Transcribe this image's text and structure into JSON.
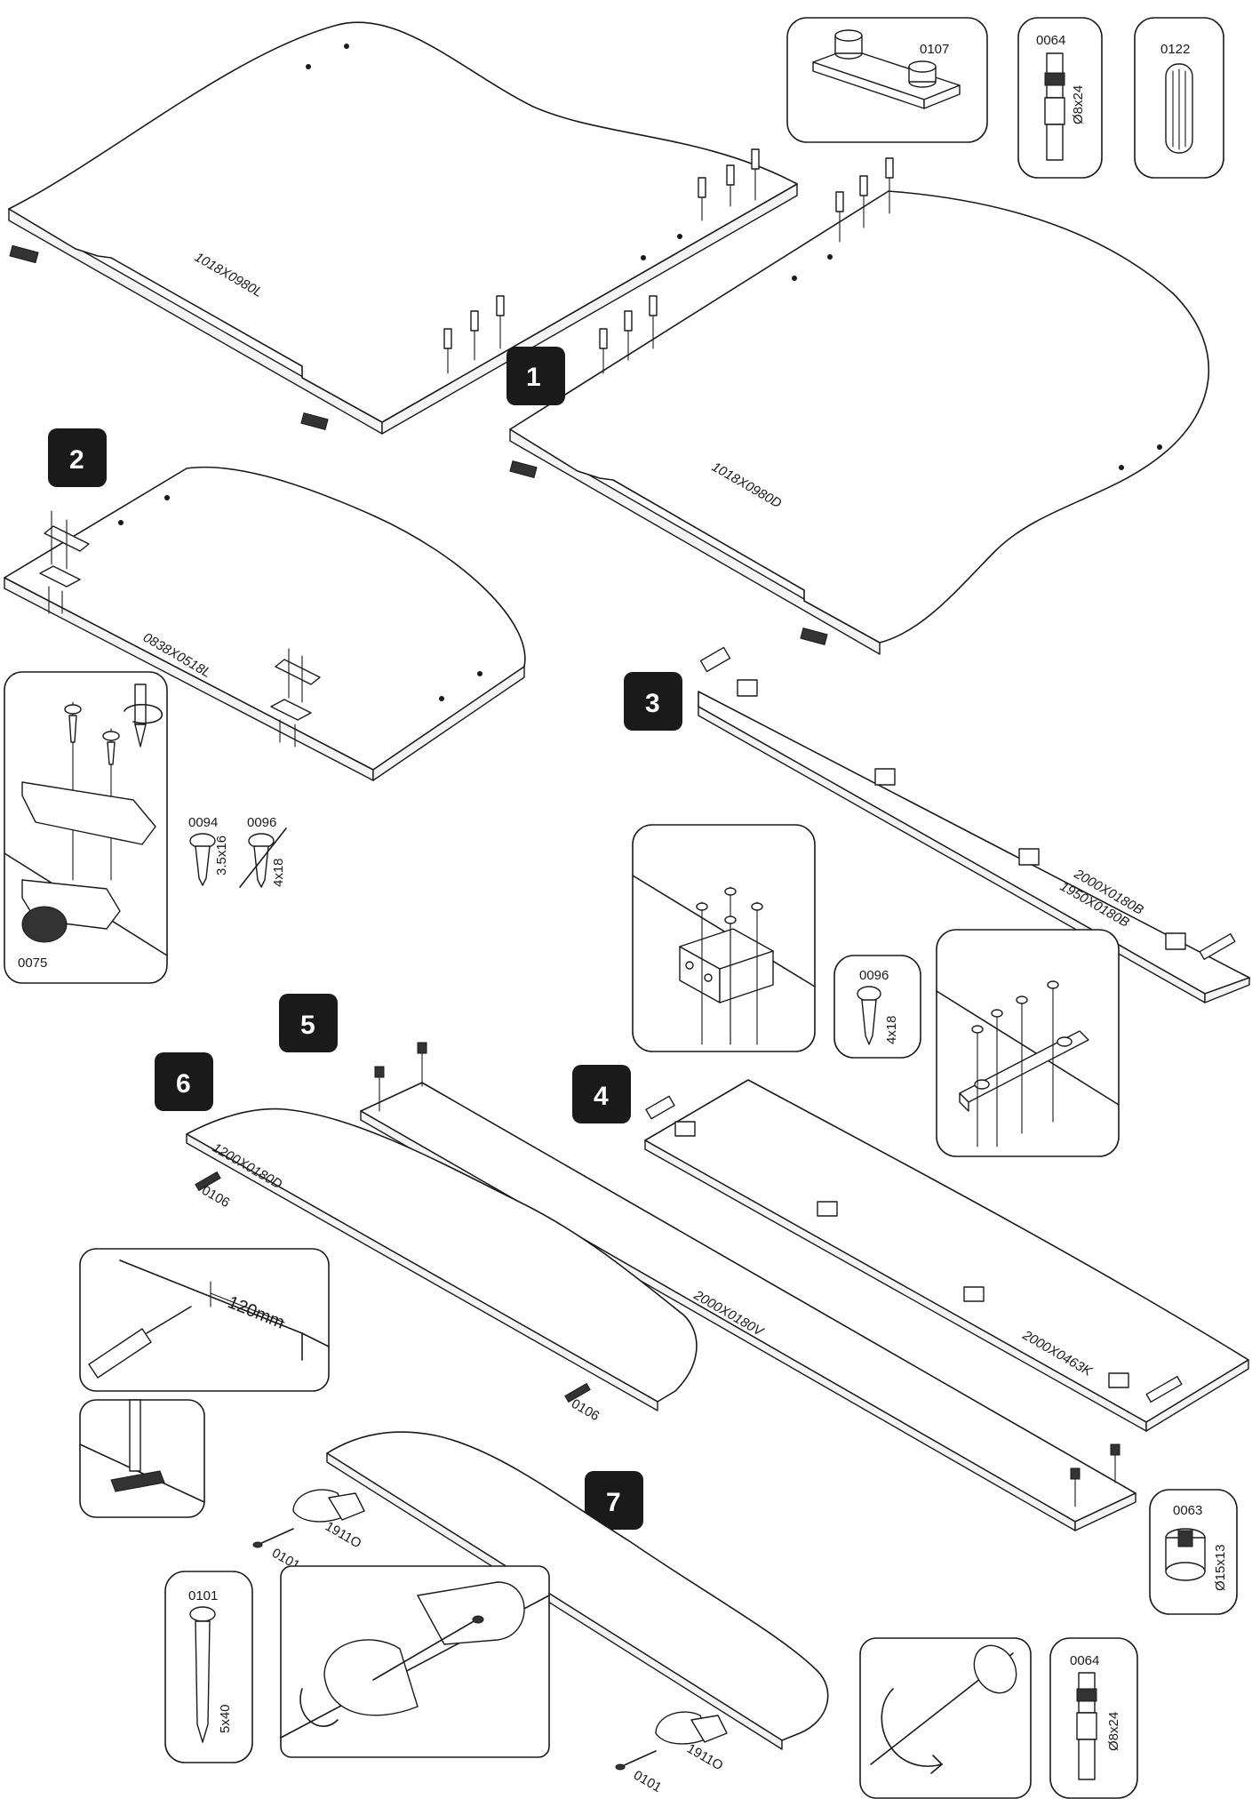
{
  "steps": [
    "1",
    "2",
    "3",
    "4",
    "5",
    "6",
    "7"
  ],
  "panels": {
    "top_left": "1018X0980L",
    "top_right": "1018X0980D",
    "step2_panel": "0838X0518L",
    "step3_rail_a": "2000X0180B",
    "step3_rail_b": "1950X0180B",
    "step4_panel": "2000X0463K",
    "step5_rail": "2000X0180V",
    "step6_panel": "1200X0180D"
  },
  "parts": {
    "p0107": "0107",
    "p0064_top": {
      "code": "0064",
      "size": "Ø8x24"
    },
    "p0122": "0122",
    "p0094": {
      "code": "0094",
      "size": "3.5x16"
    },
    "p0096_step2": {
      "code": "0096",
      "size": "4x18"
    },
    "p0075": "0075",
    "p0096_step3": {
      "code": "0096",
      "size": "4x18"
    },
    "p0106_a": "0106",
    "p0106_b": "0106",
    "p0063": {
      "code": "0063",
      "size": "Ø15x13"
    },
    "p0101_a": "0101",
    "p1911_a": "1911O",
    "p0101_b": "0101",
    "p1911_b": "1911O",
    "p0101_box": {
      "code": "0101",
      "size": "5x40"
    },
    "p0064_bottom": {
      "code": "0064",
      "size": "Ø8x24"
    }
  },
  "measure": "120mm",
  "icons": [
    "screwdriver-icon",
    "rotate-arrow-icon",
    "screw-icon",
    "dowel-icon",
    "cam-lock-icon",
    "bracket-icon"
  ]
}
